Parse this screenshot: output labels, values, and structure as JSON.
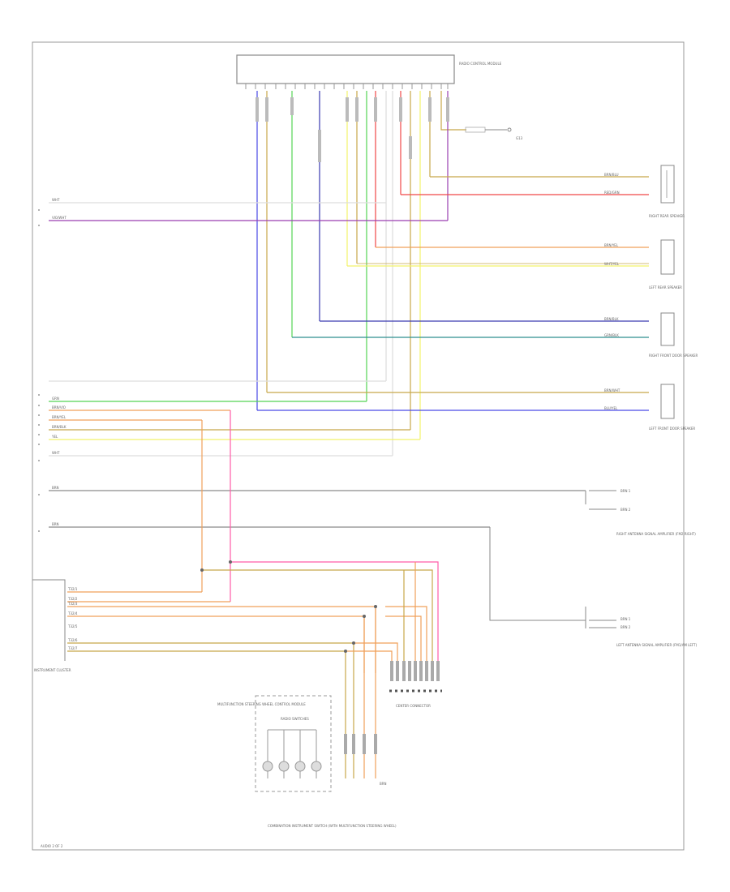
{
  "colors": {
    "violet": "#9a3fb0",
    "blue": "#4a4ae6",
    "green": "#55d455",
    "teal": "#2f8f8f",
    "pink": "#ff5ca8",
    "orange": "#f0a05a",
    "red": "#f04848",
    "yellow": "#f2f26a",
    "tan": "#c8a84a",
    "gray": "#8a8a8a",
    "white": "#dddddd",
    "navy": "#3a3ab0"
  },
  "components": {
    "radio_label": "RADIO CONTROL MODULE",
    "radio_ground_label": "G13",
    "right_rear_speaker_label": "RIGHT REAR SPEAKER",
    "left_rear_speaker_label": "LEFT REAR SPEAKER",
    "right_front_speaker_label": "RIGHT FRONT DOOR SPEAKER",
    "left_front_speaker_label": "LEFT FRONT DOOR SPEAKER",
    "right_antenna_label": "RIGHT ANTENNA SIGNAL AMPLIFIER (FM2 RIGHT)",
    "left_antenna_label": "LEFT ANTENNA SIGNAL AMPLIFIER (FM1/AM LEFT)",
    "instrument_cluster_label": "INSTRUMENT CLUSTER",
    "center_connector_label": "CENTER CONNECTOR",
    "steering_switch_label": "MULTIFUNCTION STEERING WHEEL CONTROL MODULE",
    "steering_switch_sub": "RADIO SWITCHES",
    "footer_label": "COMBINATION INSTRUMENT SWITCH (WITH MULTIFUNCTION STEERING WHEEL)",
    "page_ref": "AUDIO 2 OF 2"
  },
  "wire_labels": {
    "rr_plus": "BRN/BLU",
    "rr_minus": "RED/GRN",
    "lr_plus": "BRN/YEL",
    "lr_minus": "WHT/YEL",
    "rf_plus": "BRN/BLK",
    "rf_minus": "GRN/BLK",
    "lf_plus": "BRN/WHT",
    "lf_minus": "BLU/YEL",
    "ra_1": "BRN 1",
    "ra_2": "BRN 2",
    "la_1": "BRN 1",
    "la_2": "BRN 2",
    "left_1": "WHT",
    "left_2": "VIO/WHT",
    "left_3": "GRN",
    "left_4": "BRN/VIO",
    "left_5": "BRN/YEL",
    "left_6": "BRN/BLK",
    "left_7": "YEL",
    "left_8": "WHT",
    "left_9": "BRN",
    "left_10": "BRN",
    "ic_1": "T32/1",
    "ic_2": "T32/2",
    "ic_3": "T32/3",
    "ic_4": "T32/4",
    "ic_5": "T32/5",
    "ic_6": "T32/6",
    "ic_7": "T32/7",
    "ground_note": "BRN"
  }
}
